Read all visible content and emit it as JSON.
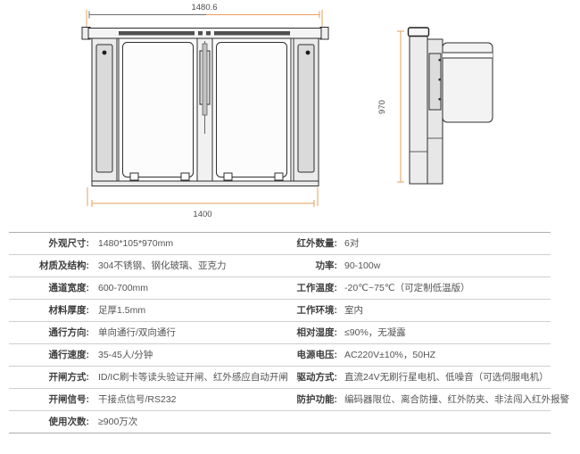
{
  "drawing": {
    "front_view": {
      "top_width_label": "1480.6",
      "bottom_width_label": "1400"
    },
    "side_view": {
      "height_label": "970"
    },
    "dimension_color": "#E5A05A",
    "outline_color": "#2e2e2e"
  },
  "spec_table": {
    "rows": [
      {
        "left_label": "外观尺寸:",
        "left_value": "1480*105*970mm",
        "right_label": "红外数量:",
        "right_value": "6对"
      },
      {
        "left_label": "材质及结构:",
        "left_value": "304不锈钢、钢化玻璃、亚克力",
        "right_label": "功率:",
        "right_value": "90-100w"
      },
      {
        "left_label": "通道宽度:",
        "left_value": "600-700mm",
        "right_label": "工作温度:",
        "right_value": "-20℃~75℃（可定制低温版）"
      },
      {
        "left_label": "材料厚度:",
        "left_value": "足厚1.5mm",
        "right_label": "工作环境:",
        "right_value": "室内"
      },
      {
        "left_label": "通行方向:",
        "left_value": "单向通行/双向通行",
        "right_label": "相对湿度:",
        "right_value": "≤90%，无凝露"
      },
      {
        "left_label": "通行速度:",
        "left_value": "35-45人/分钟",
        "right_label": "电源电压:",
        "right_value": "AC220V±10%，50HZ"
      },
      {
        "left_label": "开闸方式:",
        "left_value": "ID/IC刷卡等读头验证开闸、红外感应自动开闸",
        "right_label": "驱动方式:",
        "right_value": "直流24V无刷行星电机、低噪音（可选伺服电机）"
      },
      {
        "left_label": "开闸信号:",
        "left_value": "干接点信号/RS232",
        "right_label": "防护功能:",
        "right_value": "编码器限位、离合防撞、红外防夹、非法闯入红外报警"
      },
      {
        "left_label": "使用次数:",
        "left_value": "≥900万次",
        "right_label": "",
        "right_value": ""
      }
    ]
  }
}
